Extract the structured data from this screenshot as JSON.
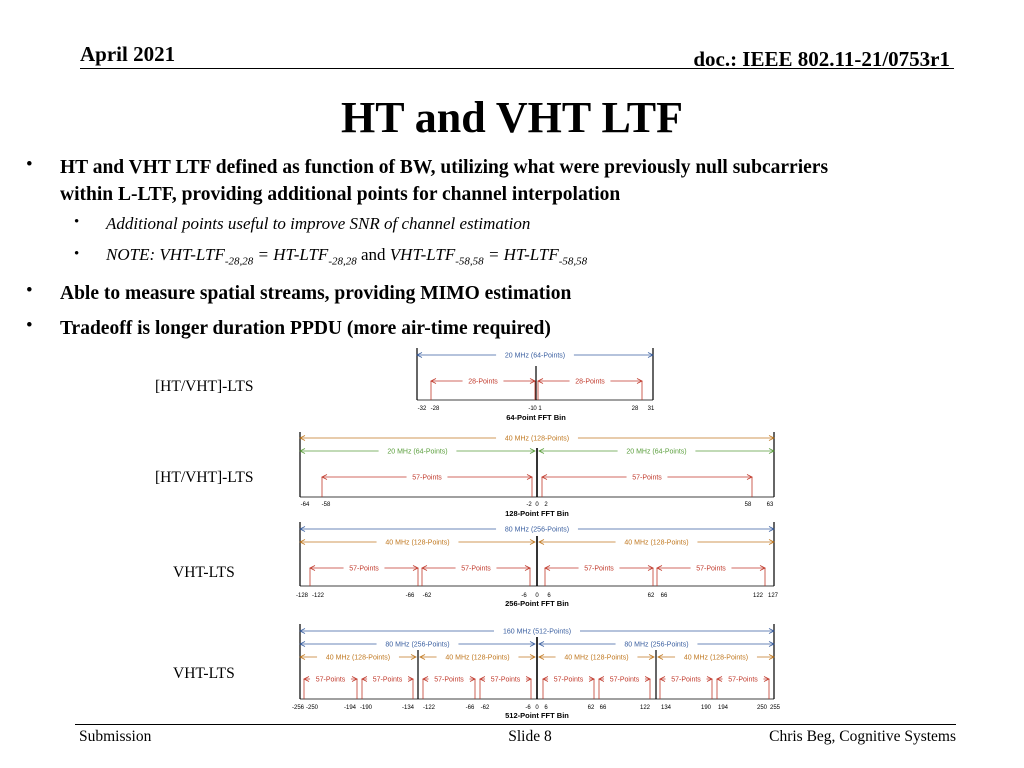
{
  "header": {
    "date": "April 2021",
    "doc": "doc.: IEEE 802.11-21/0753r1"
  },
  "title": "HT and VHT LTF",
  "bullets": {
    "b1_line1": "HT and VHT LTF defined as function of BW, utilizing what were previously null subcarriers",
    "b1_line2": "within L-LTF,  providing additional points for channel interpolation",
    "sub1": "Additional points useful to improve SNR of channel estimation",
    "note": {
      "prefix": "NOTE: VHT-LTF",
      "s1": "-28,28",
      "eq1": " = HT-LTF",
      "s2": "-28,28",
      "and": " and ",
      "vht2": "VHT-LTF",
      "s3": "-58,58",
      "eq2": " = HT-LTF",
      "s4": "-58,58"
    },
    "b2": "Able to measure spatial streams, providing MIMO estimation",
    "b3": "Tradeoff is longer duration PPDU (more air-time required)"
  },
  "row_labels": [
    "[HT/VHT]-LTS",
    "[HT/VHT]-LTS",
    "VHT-LTS",
    "VHT-LTS"
  ],
  "colors": {
    "blue": "#3a5fa0",
    "red": "#c0392b",
    "green": "#5a9e3c",
    "orange": "#c07820"
  },
  "diagrams": [
    {
      "fft_label": "64-Point FFT Bin",
      "ticks": [
        "-32",
        "-28",
        "-1",
        "0",
        "1",
        "28",
        "31"
      ],
      "spans": [
        {
          "label": "20 MHz (64-Points)"
        },
        {
          "label": "28-Points"
        },
        {
          "label": "28-Points"
        }
      ]
    },
    {
      "fft_label": "128-Point FFT Bin",
      "ticks": [
        "-64",
        "-58",
        "-2",
        "0",
        "2",
        "58",
        "63"
      ],
      "spans": [
        {
          "label": "40 MHz (128-Points)"
        },
        {
          "label": "20 MHz (64-Points)"
        },
        {
          "label": "20 MHz (64-Points)"
        },
        {
          "label": "57-Points"
        },
        {
          "label": "57-Points"
        }
      ]
    },
    {
      "fft_label": "256-Point FFT Bin",
      "ticks": [
        "-128",
        "-122",
        "-66",
        "-62",
        "-6",
        "0",
        "6",
        "62",
        "66",
        "122",
        "127"
      ],
      "spans": [
        {
          "label": "80 MHz (256-Points)"
        },
        {
          "label": "40 MHz (128-Points)"
        },
        {
          "label": "40 MHz (128-Points)"
        },
        {
          "label": "57-Points"
        },
        {
          "label": "57-Points"
        },
        {
          "label": "57-Points"
        },
        {
          "label": "57-Points"
        }
      ]
    },
    {
      "fft_label": "512-Point FFT Bin",
      "ticks": [
        "-256",
        "-250",
        "-194",
        "-190",
        "-134",
        "-122",
        "-66",
        "-62",
        "-6",
        "0",
        "6",
        "62",
        "66",
        "122",
        "134",
        "190",
        "194",
        "250",
        "255"
      ],
      "spans": [
        {
          "label": "160 MHz (512-Points)"
        },
        {
          "label": "80 MHz (256-Points)"
        },
        {
          "label": "80 MHz (256-Points)"
        },
        {
          "label": "40 MHz (128-Points)"
        },
        {
          "label": "40 MHz (128-Points)"
        },
        {
          "label": "40 MHz (128-Points)"
        },
        {
          "label": "40 MHz (128-Points)"
        },
        {
          "label": "57-Points"
        },
        {
          "label": "57-Points"
        },
        {
          "label": "57-Points"
        },
        {
          "label": "57-Points"
        },
        {
          "label": "57-Points"
        },
        {
          "label": "57-Points"
        },
        {
          "label": "57-Points"
        },
        {
          "label": "57-Points"
        }
      ]
    }
  ],
  "footer": {
    "left": "Submission",
    "center": "Slide 8",
    "right": "Chris Beg, Cognitive Systems"
  }
}
